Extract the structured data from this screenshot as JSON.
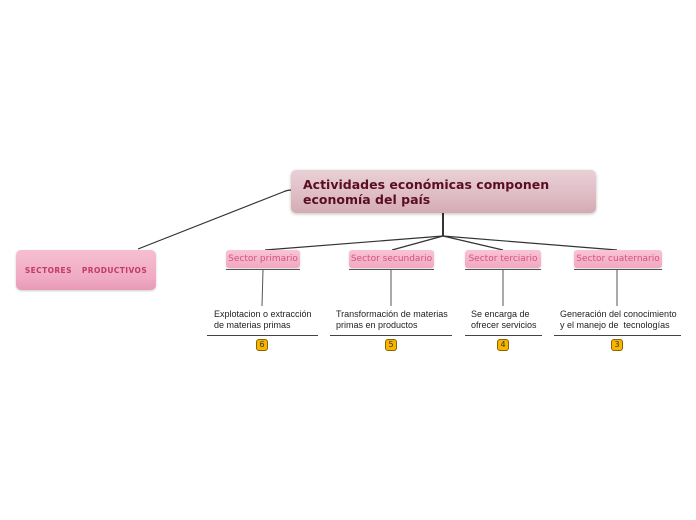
{
  "central_topic": {
    "line1": "Actividades económicas componen",
    "line2": "economía del país"
  },
  "root_topic": {
    "label": "SECTORES  PRODUCTIVOS"
  },
  "sectors": [
    {
      "label": "Sector primario",
      "description_line1": "Explotacion o extracción",
      "description_line2": "de materias primas",
      "badge": "6"
    },
    {
      "label": "Sector secundario",
      "description_line1": "Transformación de materias",
      "description_line2": "primas en productos",
      "badge": "5"
    },
    {
      "label": "Sector terciario",
      "description_line1": "Se encarga de",
      "description_line2": "ofrecer servicios",
      "badge": "4"
    },
    {
      "label": "Sector cuaternario",
      "description_line1": "Generación del conocimiento",
      "description_line2": "y el manejo de  tecnologías",
      "badge": "3"
    }
  ],
  "colors": {
    "central_text": "#5a0e22",
    "root_text": "#c23a6a",
    "sector_text": "#d6527d",
    "badge_fill": "#f7b500",
    "connector": "#333333"
  }
}
